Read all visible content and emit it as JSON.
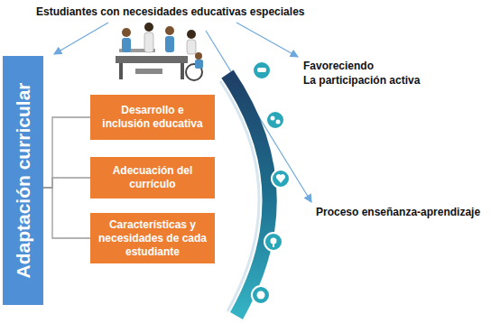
{
  "diagram": {
    "title": "Estudiantes con necesidades educativas especiales",
    "nodes": [
      {
        "text": [
          "Adaptación curricular"
        ]
      },
      {
        "text": [
          "Desarrollo e inclusión educativa"
        ]
      },
      {
        "text": [
          "Adecuación del currículo"
        ]
      },
      {
        "text": [
          "Características y necesidades de cada estudiante"
        ]
      }
    ],
    "edges": [
      {
        "from": 0,
        "to": 1,
        "arrow": "none"
      },
      {
        "from": 0,
        "to": 2,
        "arrow": "none"
      },
      {
        "from": 0,
        "to": 3,
        "arrow": "none"
      }
    ],
    "labels": [
      "Favoreciendo",
      "La participación activa",
      "Proceso enseñanza-aprendizaje"
    ]
  }
}
